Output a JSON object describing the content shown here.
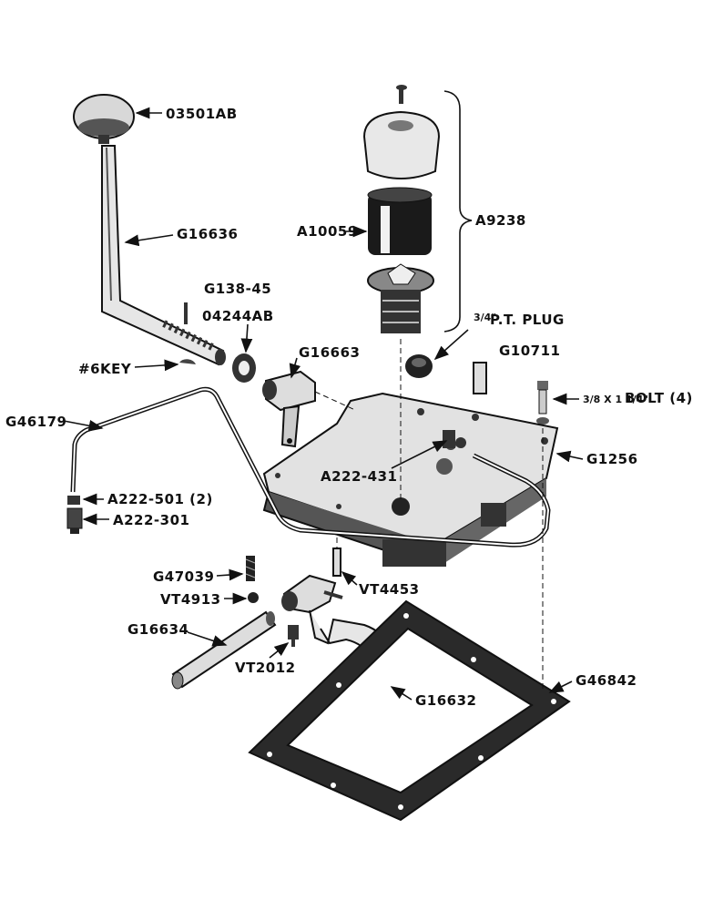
{
  "labels": {
    "knob": "03501AB",
    "shift_lever": "G16636",
    "roll_pin": "G138-45",
    "washer": "04244AB",
    "key": "#6KEY",
    "lever_arm": "G16663",
    "oil_tube": "G46179",
    "fitting_a": "A222-501 (2)",
    "fitting_b": "A222-301",
    "breather_assembly": "A9238",
    "filter_element": "A10059",
    "pt_plug_frac": "3/4\"",
    "pt_plug": "P.T. PLUG",
    "dowel": "G10711",
    "bolt_frac": "3/8 X 1 1/4\"",
    "bolt": "BOLT (4)",
    "cover": "G1256",
    "tube_fitting": "A222-431",
    "spring": "G47039",
    "ball": "VT4913",
    "pin": "VT4453",
    "rail": "G16634",
    "set_screw": "VT2012",
    "fork": "G16632",
    "gasket": "G46842"
  }
}
